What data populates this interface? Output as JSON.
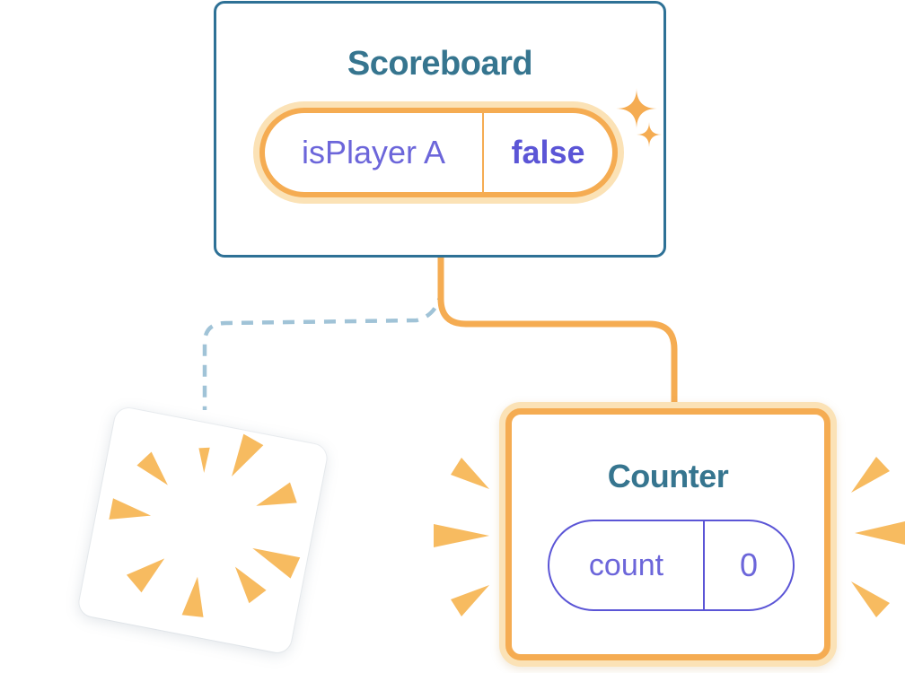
{
  "scoreboard": {
    "title": "Scoreboard",
    "state": {
      "key": "isPlayer A",
      "value": "false"
    }
  },
  "counter": {
    "title": "Counter",
    "state": {
      "key": "count",
      "value": "0"
    }
  },
  "icons": {
    "sparkles": "sparkle-icon",
    "destroyed_burst": "poof-burst-icon",
    "emphasis_marks": "emphasis-rays-icon"
  },
  "colors": {
    "card_border_teal": "#2E7196",
    "title_teal": "#36758F",
    "accent_orange": "#F5AC52",
    "accent_orange_light": "#FBE2B6",
    "burst_orange": "#F7BB60",
    "state_purple": "#6C66DA",
    "state_purple_bold": "#5B55D6",
    "dashed_blue": "#A0C3D7",
    "card_bg": "#FFFFFF",
    "page_bg": "#FFFFFF"
  }
}
